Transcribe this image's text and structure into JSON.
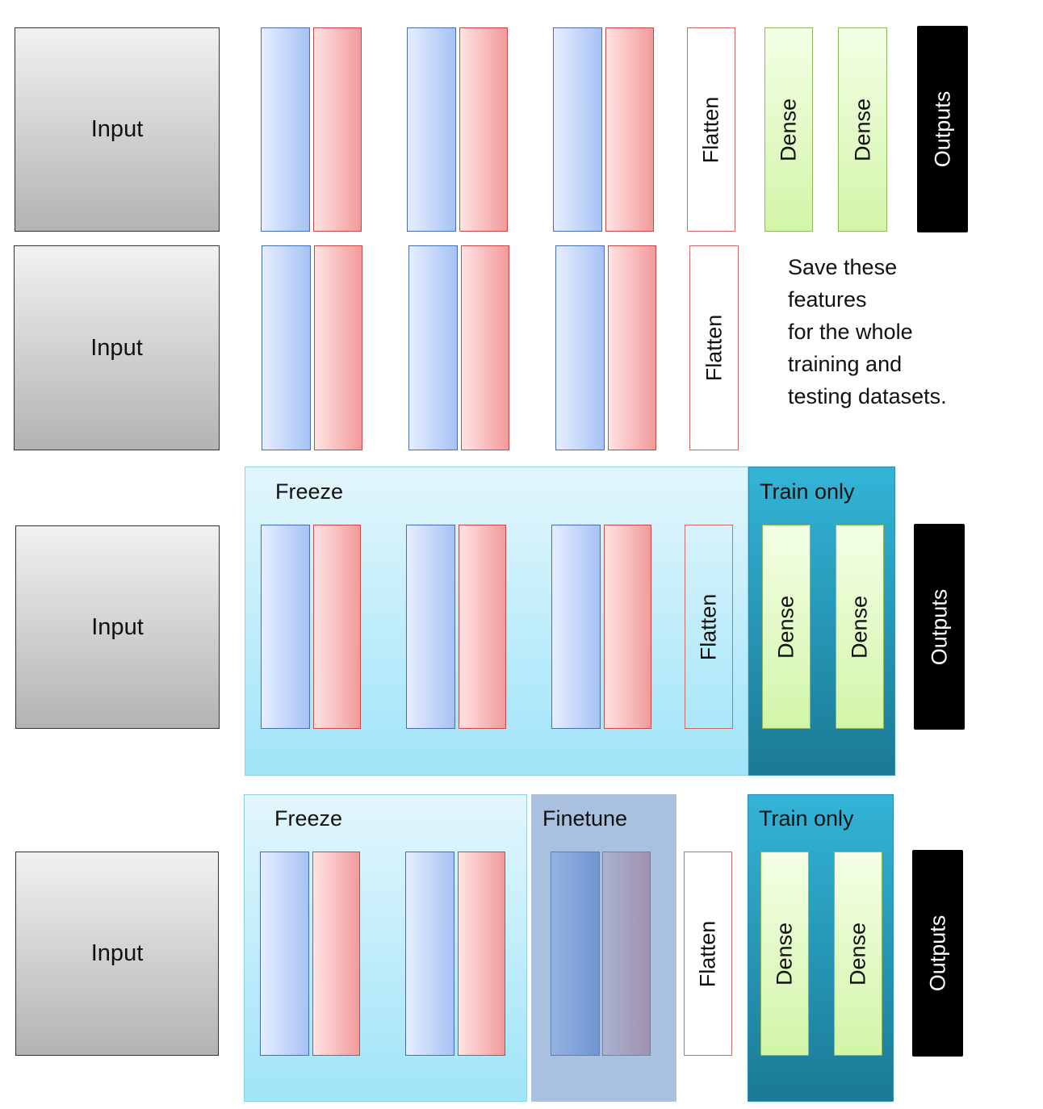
{
  "labels": {
    "input": "Input",
    "flatten": "Flatten",
    "dense": "Dense",
    "outputs": "Outputs",
    "freeze": "Freeze",
    "train_only": "Train only",
    "finetune": "Finetune"
  },
  "note_lines": [
    "Save these",
    "features",
    "for the whole",
    "training and",
    "testing datasets."
  ],
  "colors": {
    "conv_block": "#a6c2f4",
    "pool_block": "#f29a9a",
    "dense_block": "#d2f5a8",
    "freeze_region": "#9fe4f8",
    "train_only_region": "#1f8fae",
    "finetune_region": "#a9c0de",
    "outputs_block": "#000000"
  }
}
